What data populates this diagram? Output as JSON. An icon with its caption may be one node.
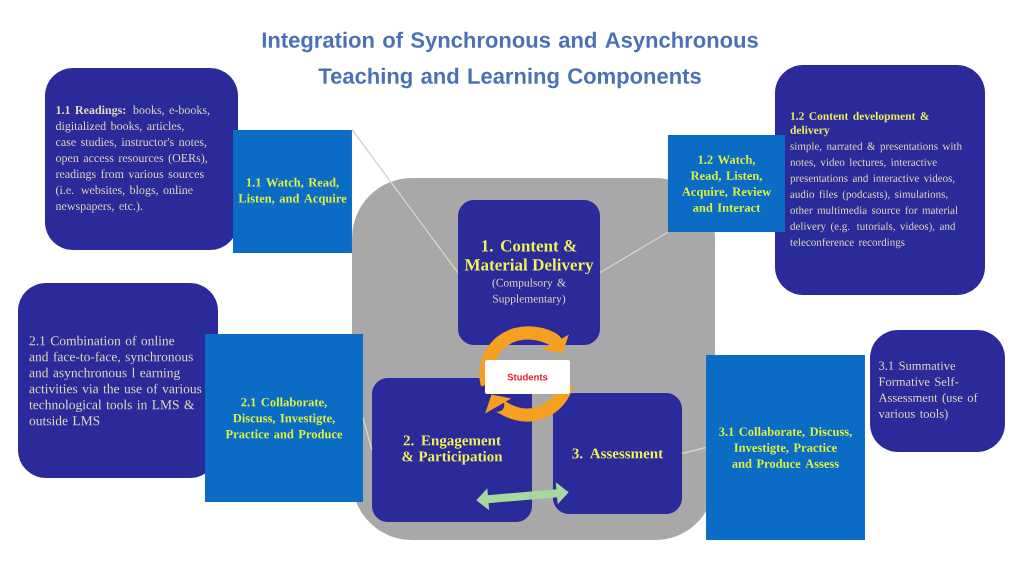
{
  "diagram": {
    "title": "Integration of Synchronous and Asynchronous Teaching and Learning Components",
    "nodes": [
      {
        "text": [],
        "shape": "box"
      },
      {
        "text": [
          "1. Content & Material Delivery",
          "(Compulsory & Supplementary)"
        ],
        "in": 0
      },
      {
        "text": [
          "2. Engagement & Participation"
        ],
        "in": 0
      },
      {
        "text": [
          "3. Assessment"
        ],
        "in": 0
      },
      {
        "text": [
          "Students"
        ],
        "in": 0
      },
      {
        "text": [
          "**1.1 Readings:** books, e-books, digitalized books, articles, case studies, instructor's notes, open access resources (OERs), readings from various sources (i.e. websites, blogs, online newspapers, etc.)."
        ]
      },
      {
        "text": [
          "1.1 Watch, Read, Listen, and Acquire"
        ]
      },
      {
        "text": [
          "1.2 Watch, Read, Listen, Acquire, Review and Interact"
        ]
      },
      {
        "text": [
          "1.2 Content development & delivery",
          "simple, narrated & presentations with notes, video lectures, interactive presentations and interactive videos, audio files (podcasts), simulations, other multimedia source for material delivery (e.g. tutorials, videos), and teleconference recordings"
        ]
      },
      {
        "text": [
          "2.1 Combination of online and face-to-face, synchronous and asynchronous l earning activities via the use of various technological tools in LMS & outside LMS"
        ]
      },
      {
        "text": [
          "2.1 Collaborate, Discuss, Investigte, Practice and Produce"
        ]
      },
      {
        "text": [
          "3.1 Collaborate, Discuss, Investigte, Practice and Produce Assess"
        ]
      },
      {
        "text": [
          "3.1 Summative Formative Self-Assessment (use of various tools)"
        ]
      }
    ],
    "edges": [
      {
        "from": 6,
        "to": 1,
        "arrow": "none"
      },
      {
        "from": 7,
        "to": 1,
        "arrow": "none"
      },
      {
        "from": 10,
        "to": 2,
        "arrow": "none"
      },
      {
        "from": 3,
        "to": 11,
        "arrow": "none"
      },
      {
        "from": 2,
        "to": 3,
        "arrow": "both",
        "style": "thick",
        "color": "#a8d8a0"
      }
    ]
  }
}
